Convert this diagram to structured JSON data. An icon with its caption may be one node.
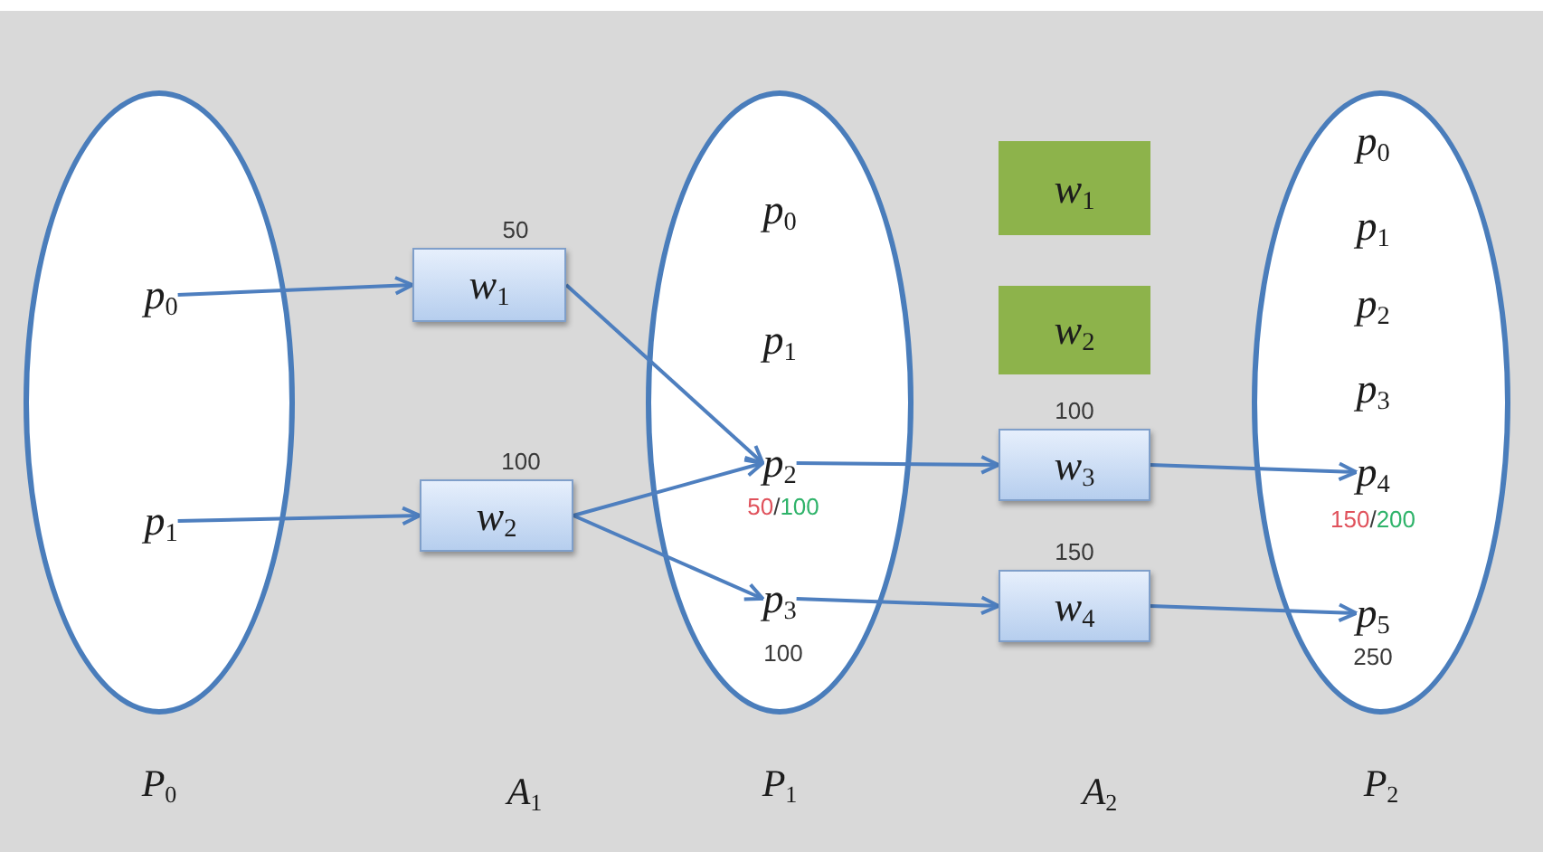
{
  "diagram": {
    "nodes": [
      {
        "text": [
          "P$_{0}$"
        ]
      },
      {
        "text": [
          "p$_{0}$"
        ],
        "in": 0
      },
      {
        "text": [
          "p$_{1}$"
        ],
        "in": 0
      },
      {
        "text": [
          "w$_{1}$"
        ],
        "beside": [
          "50"
        ]
      },
      {
        "text": [
          "w$_{2}$"
        ],
        "beside": [
          "100"
        ]
      },
      {
        "text": [
          "P$_{1}$"
        ]
      },
      {
        "text": [
          "p$_{0}$"
        ],
        "in": 5
      },
      {
        "text": [
          "p$_{1}$"
        ],
        "in": 5
      },
      {
        "text": [
          "p$_{2}$"
        ],
        "in": 5,
        "beside": [
          "50/100"
        ]
      },
      {
        "text": [
          "p$_{3}$"
        ],
        "in": 5,
        "beside": [
          "100"
        ]
      },
      {
        "text": [
          "w$_{1}$"
        ]
      },
      {
        "text": [
          "w$_{2}$"
        ]
      },
      {
        "text": [
          "w$_{3}$"
        ],
        "beside": [
          "100"
        ]
      },
      {
        "text": [
          "w$_{4}$"
        ],
        "beside": [
          "150"
        ]
      },
      {
        "text": [
          "P$_{2}$"
        ]
      },
      {
        "text": [
          "p$_{0}$"
        ],
        "in": 14
      },
      {
        "text": [
          "p$_{1}$"
        ],
        "in": 14
      },
      {
        "text": [
          "p$_{2}$"
        ],
        "in": 14
      },
      {
        "text": [
          "p$_{3}$"
        ],
        "in": 14
      },
      {
        "text": [
          "p$_{4}$"
        ],
        "in": 14,
        "beside": [
          "150/200"
        ]
      },
      {
        "text": [
          "p$_{5}$"
        ],
        "in": 14,
        "beside": [
          "250"
        ]
      }
    ],
    "edges": [
      {
        "from": 1,
        "to": 3,
        "arrow": "to"
      },
      {
        "from": 2,
        "to": 4,
        "arrow": "to"
      },
      {
        "from": 3,
        "to": 8,
        "arrow": "to"
      },
      {
        "from": 4,
        "to": 8,
        "arrow": "to"
      },
      {
        "from": 4,
        "to": 9,
        "arrow": "to"
      },
      {
        "from": 8,
        "to": 12,
        "arrow": "to"
      },
      {
        "from": 9,
        "to": 13,
        "arrow": "to"
      },
      {
        "from": 12,
        "to": 19,
        "arrow": "to"
      },
      {
        "from": 13,
        "to": 20,
        "arrow": "to"
      }
    ],
    "labels": [
      "A$_{1}$",
      "A$_{2}$"
    ]
  }
}
